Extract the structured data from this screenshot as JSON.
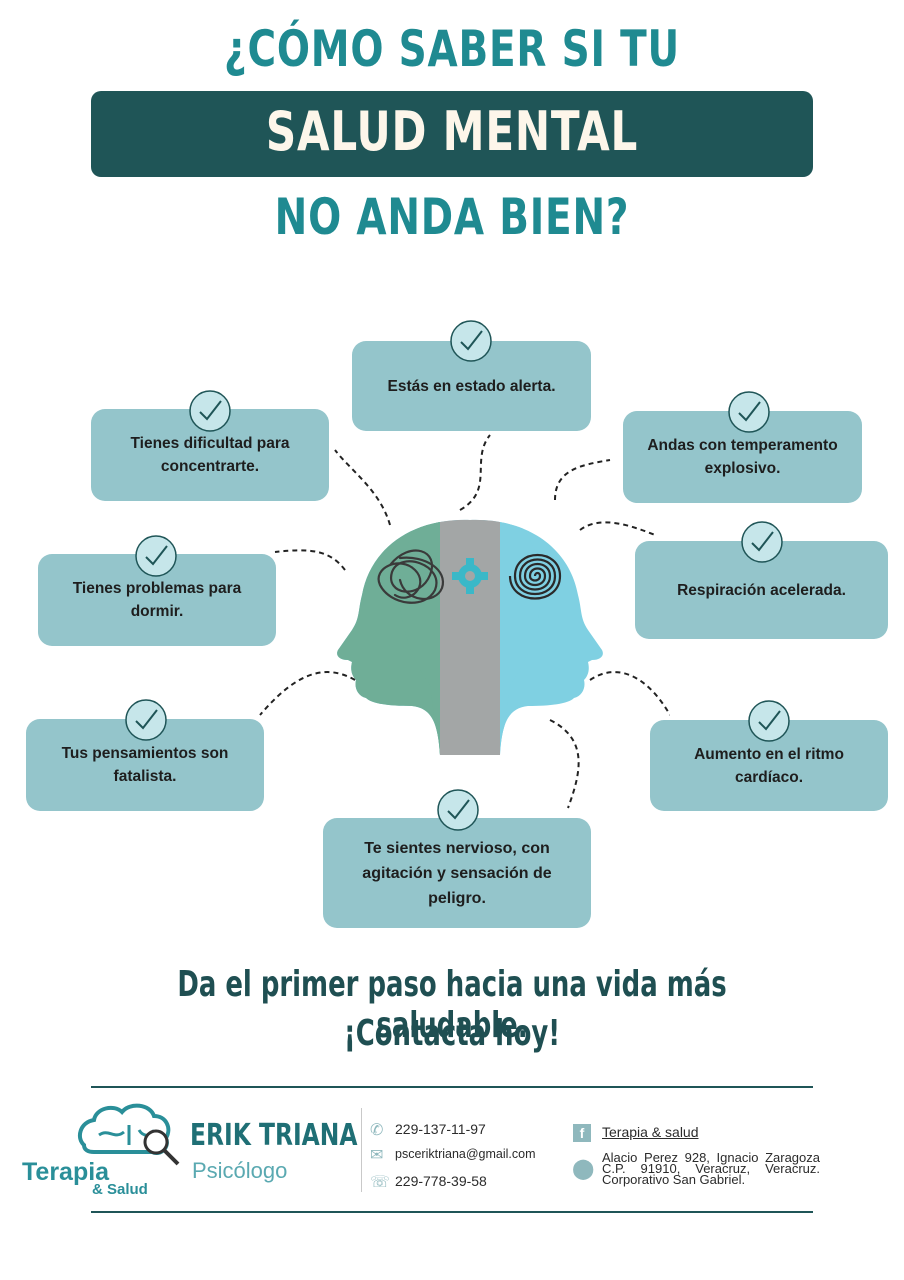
{
  "title": {
    "line1": "¿CÓMO SABER SI TU",
    "line2": "SALUD MENTAL",
    "line3": "NO ANDA BIEN?"
  },
  "symptoms": [
    "Estás en estado alerta.",
    "Tienes dificultad para concentrarte.",
    "Andas con temperamento explosivo.",
    "Tienes problemas para dormir.",
    "Respiración acelerada.",
    "Tus pensamientos son fatalista.",
    "Aumento en el ritmo cardíaco.",
    "Te sientes nervioso, con agitación y sensación de peligro."
  ],
  "cta": {
    "line1": "Da el primer paso hacia una vida más saludable.",
    "line2": "¡Contacta hoy!"
  },
  "footer": {
    "logo_text1": "Terapia",
    "logo_text2": "& Salud",
    "name": "ERIK TRIANA",
    "role": "Psicólogo",
    "phone1": "229-137-11-97",
    "email": "psceriktriana@gmail.com",
    "phone2": "229-778-39-58",
    "facebook": "Terapia & salud",
    "address": "Alacio Perez 928, Ignacio Zaragoza C.P. 91910, Veracruz, Veracruz. Corporativo San Gabriel."
  },
  "colors": {
    "teal_dark": "#1f5557",
    "teal": "#1f8a91",
    "box": "#94c5cb",
    "head_green": "#6fae97",
    "head_gray": "#a3a6a6",
    "head_blue": "#7fd0e2"
  }
}
